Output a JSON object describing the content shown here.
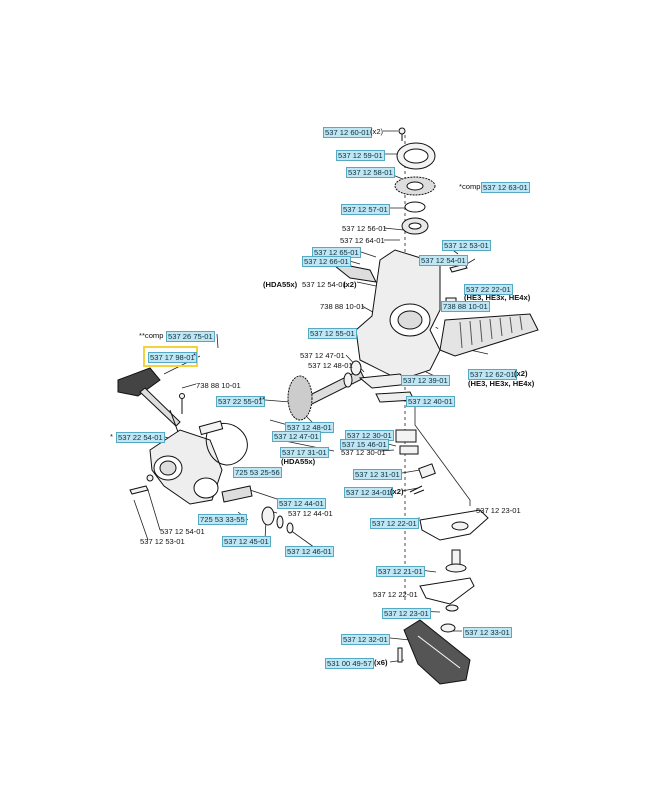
{
  "colors": {
    "label_fill": "#bfe6f2",
    "label_border": "#55a9c3",
    "highlight": "#f4d13d"
  },
  "labels": {
    "l_600": "537 12 60-01",
    "l_600_qty": "(x2)",
    "l_590": "537 12 59-01",
    "l_580": "537 12 58-01",
    "comp_prefix_1": "*comp",
    "l_630": "537 12 63-01",
    "l_570": "537 12 57-01",
    "l_560": "537 12 56-01",
    "l_640": "537 12 64-01",
    "l_530": "537 12 53-01",
    "l_650": "537 12 65-01",
    "l_660": "537 12 66-01",
    "l_540": "537 12 54-01",
    "l_2220": "537 22 22-01",
    "l_2220_note": "(HE3, HE3x, HE4x)",
    "l_hda_prefix": "(HDA55x)",
    "l_540b": "537 12 54-01",
    "l_540b_qty": "(x2)",
    "l_7388a": "738 88 10-01",
    "l_7388b": "738 88 10-01",
    "l_550": "537 12 55-01",
    "comp_prefix_2": "**comp",
    "l_2675": "537 26 75-01",
    "l_1798": "537 17 98-01",
    "l_1798_mark": "*",
    "l_470": "537 12 47-01",
    "l_480": "537 12 48-01",
    "l_620": "537 12 62-01",
    "l_620_qty": "(x2)",
    "l_620_note": "(HE3, HE3x, HE4x)",
    "l_390": "537 12 39-01",
    "l_7388c": "738 88 10-01",
    "l_2255": "537 22 55-01",
    "l_2255_mark": "**",
    "l_400": "537 12 40-01",
    "l_480b": "537 12 48-01",
    "l_470b": "537 12 47-01",
    "l_300": "537 12 30-01",
    "l_2254": "537 22 54-01",
    "l_2254_mark": "*",
    "l_1546": "537 15 46-01",
    "l_1731": "537 17 31-01",
    "l_300b": "537 12 30-01",
    "l_hda2": "(HDA55x)",
    "l_725a": "725 53 25-56",
    "l_310": "537 12 31-01",
    "l_340": "537 12 34-01",
    "l_340_qty": "(x2)",
    "l_440": "537 12 44-01",
    "l_230": "537 12 23-01",
    "l_725b": "725 53 33-55",
    "l_440b": "537 12 44-01",
    "l_220": "537 12 22-01",
    "l_540c": "537 12 54-01",
    "l_530b": "537 12 53-01",
    "l_450": "537 12 45-01",
    "l_460": "537 12 46-01",
    "l_210": "537 12 21-01",
    "l_220b": "537 12 22-01",
    "l_230b": "537 12 23-01",
    "l_320": "537 12 32-01",
    "l_330": "537 12 33-01",
    "l_5310": "531 00 49-57",
    "l_5310_qty": "(x6)"
  }
}
